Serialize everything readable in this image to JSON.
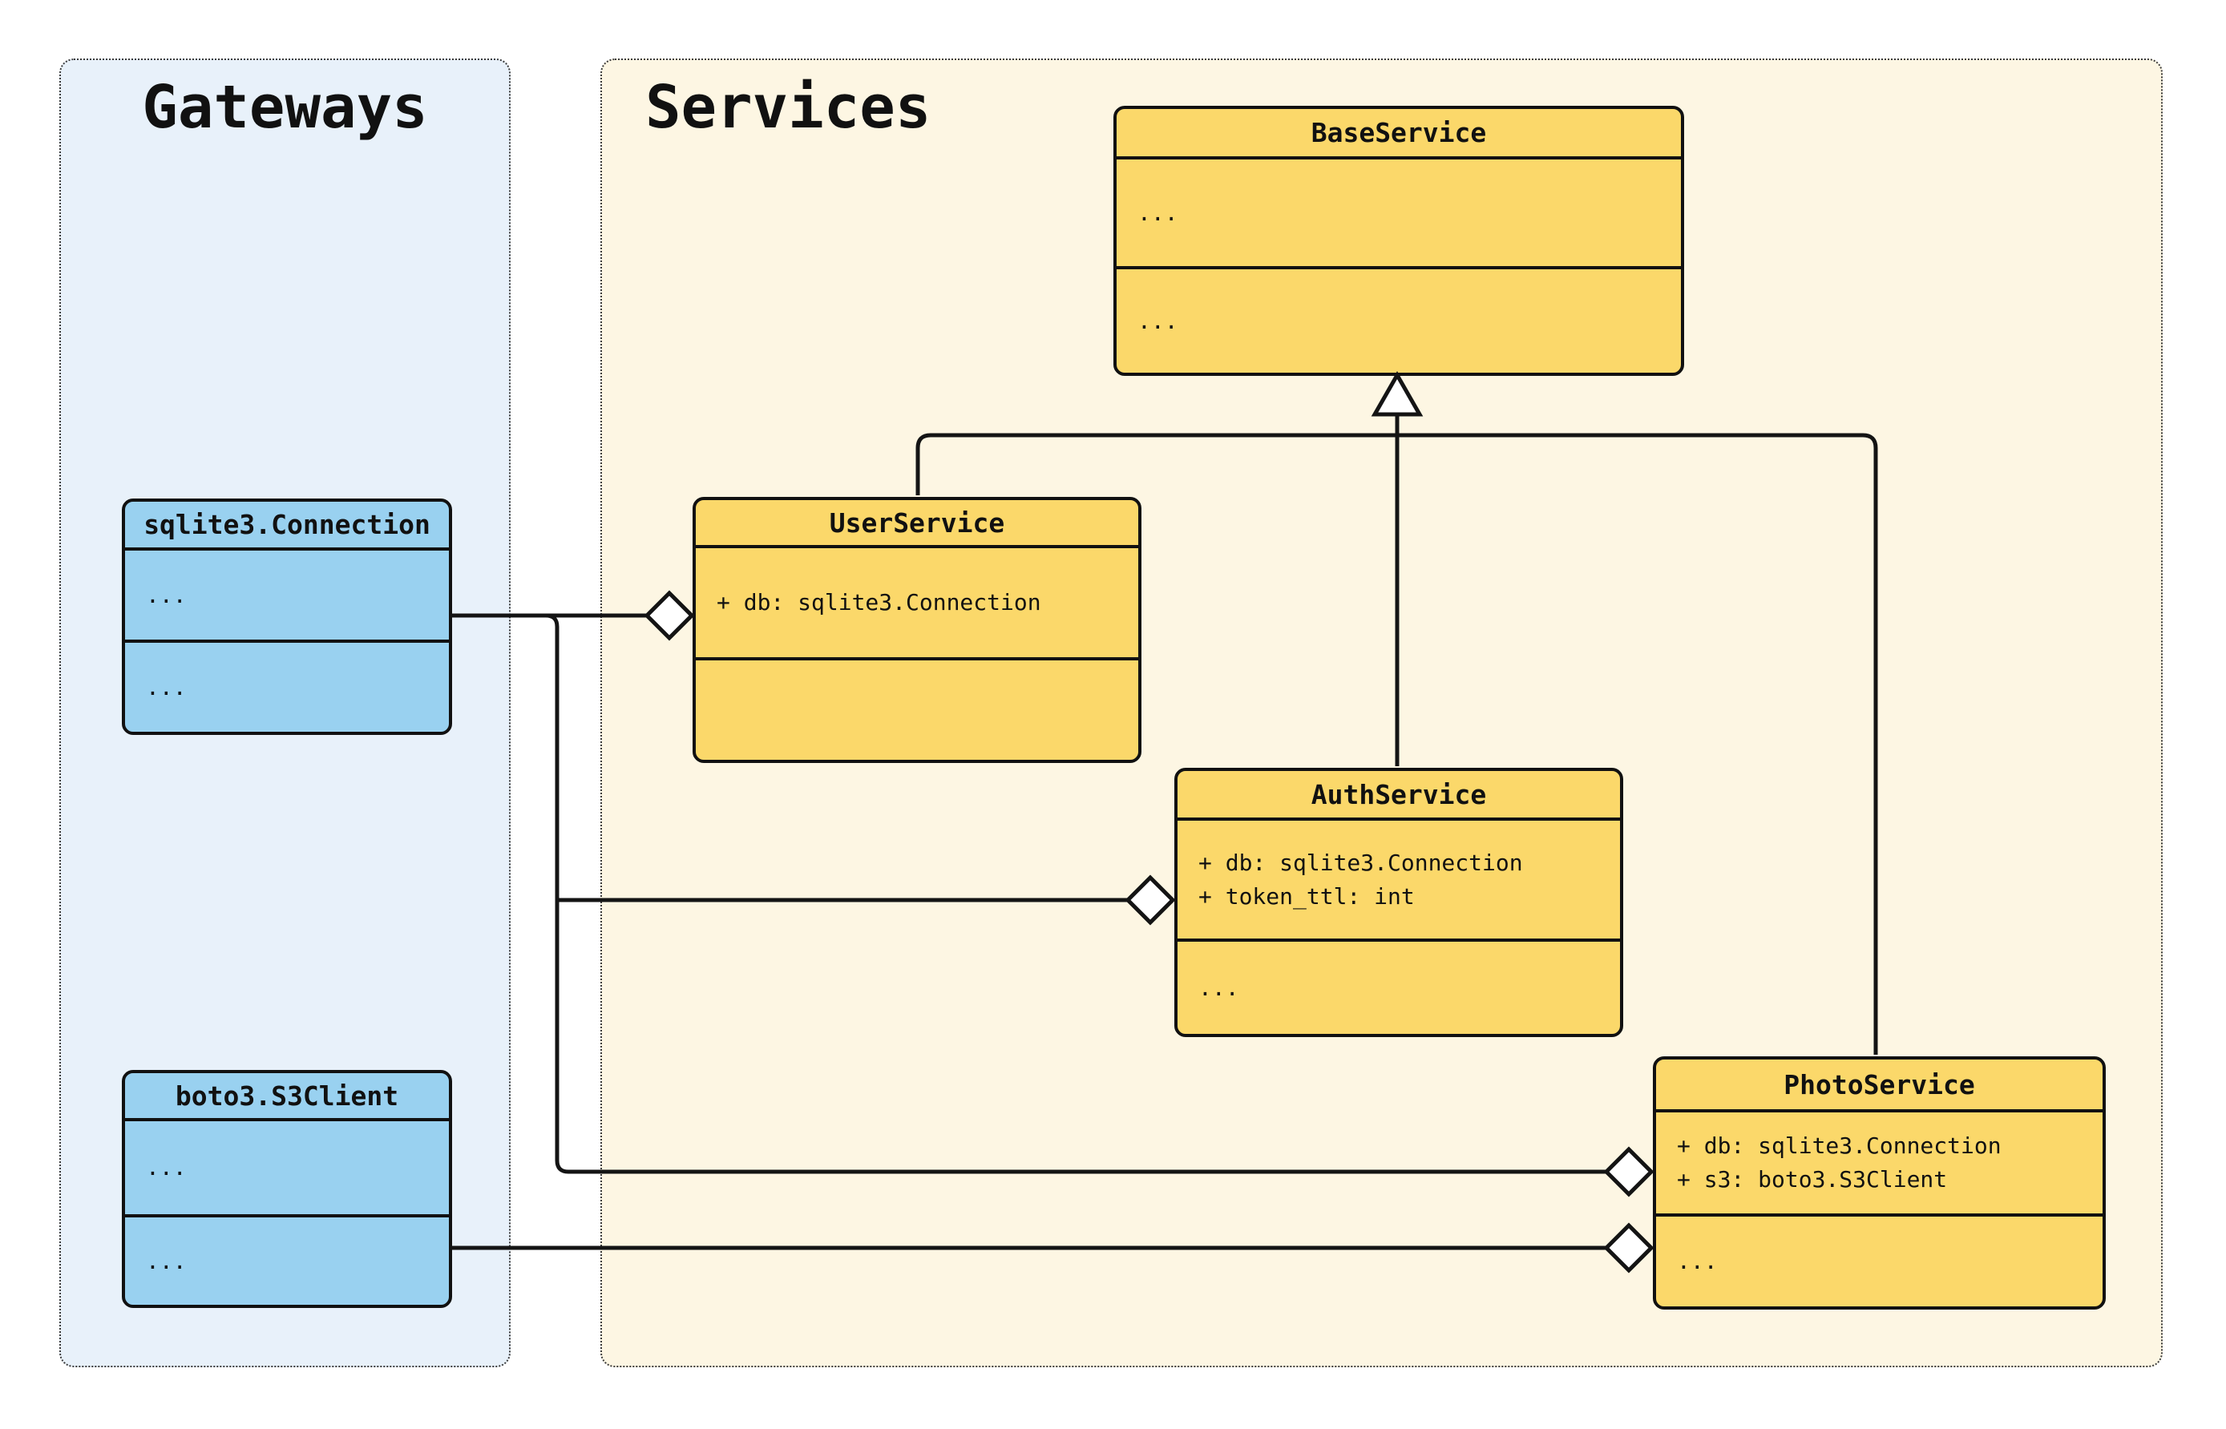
{
  "diagram_type": "UML class diagram",
  "gateways": {
    "title": "Gateways",
    "classes": [
      {
        "name": "sqlite3.Connection",
        "attributes": [
          "..."
        ],
        "methods": [
          "..."
        ]
      },
      {
        "name": "boto3.S3Client",
        "attributes": [
          "..."
        ],
        "methods": [
          "..."
        ]
      }
    ]
  },
  "services": {
    "title": "Services",
    "classes": [
      {
        "name": "BaseService",
        "attributes": [
          "..."
        ],
        "methods": [
          "..."
        ]
      },
      {
        "name": "UserService",
        "attributes": [
          "+ db: sqlite3.Connection"
        ],
        "methods": []
      },
      {
        "name": "AuthService",
        "attributes": [
          "+ db: sqlite3.Connection",
          "+ token_ttl: int"
        ],
        "methods": [
          "..."
        ]
      },
      {
        "name": "PhotoService",
        "attributes": [
          "+ db: sqlite3.Connection",
          "+ s3: boto3.S3Client"
        ],
        "methods": [
          "..."
        ]
      }
    ]
  },
  "relationships": [
    {
      "type": "inheritance",
      "child": "UserService",
      "parent": "BaseService"
    },
    {
      "type": "inheritance",
      "child": "AuthService",
      "parent": "BaseService"
    },
    {
      "type": "inheritance",
      "child": "PhotoService",
      "parent": "BaseService"
    },
    {
      "type": "aggregation",
      "whole": "UserService",
      "part": "sqlite3.Connection"
    },
    {
      "type": "aggregation",
      "whole": "AuthService",
      "part": "sqlite3.Connection"
    },
    {
      "type": "aggregation",
      "whole": "PhotoService",
      "part": "sqlite3.Connection"
    },
    {
      "type": "aggregation",
      "whole": "PhotoService",
      "part": "boto3.S3Client"
    }
  ],
  "colors": {
    "class_yellow": "#FBD86A",
    "class_blue": "#99D1F0",
    "services_bg": "#FDF6E3",
    "gateways_bg": "#E8F1FA",
    "stroke": "#141414"
  }
}
